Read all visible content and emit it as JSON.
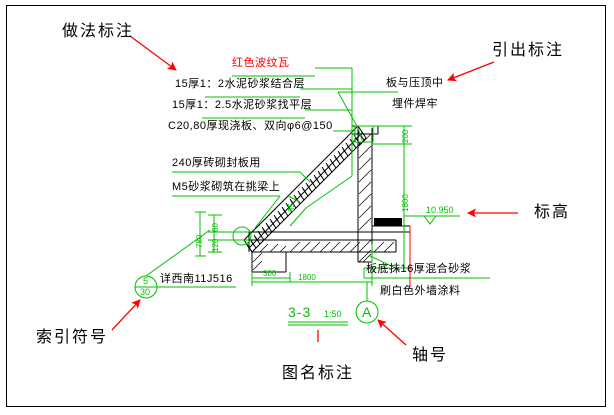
{
  "drawing": {
    "title_label": "3-3",
    "title_scale": "1:50",
    "axis_marker": "A",
    "index_symbol_top": "5",
    "index_symbol_bottom": "30",
    "index_note": "详西南11J516",
    "elevation_value": "10.950"
  },
  "construction_notes": [
    {
      "id": "note-roof-tile",
      "text": "红色波纹瓦"
    },
    {
      "id": "note-bond-layer",
      "text": "15厚1：2水泥砂浆结合层"
    },
    {
      "id": "note-leveling-layer",
      "text": "15厚1：2.5水泥砂浆找平层"
    },
    {
      "id": "note-slab",
      "text": "C20,80厚现浇板、双向φ6@150"
    }
  ],
  "wall_notes": [
    {
      "id": "note-brick-wall",
      "text": "240厚砖砌封板用"
    },
    {
      "id": "note-mortar",
      "text": "M5砂浆砌筑在挑梁上"
    }
  ],
  "embed_notes": [
    {
      "id": "note-slab-cap",
      "text": "板与压顶中"
    },
    {
      "id": "note-weld",
      "text": "埋件焊牢"
    }
  ],
  "soffit_notes": [
    {
      "id": "note-plaster",
      "text": "板底抹16厚混合砂浆"
    },
    {
      "id": "note-paint",
      "text": "刷白色外墙涂料"
    }
  ],
  "dimensions": {
    "height_200": "200",
    "height_1800": "1800",
    "height_780": "780",
    "height_60": "60",
    "height_120": "120",
    "width_300": "300",
    "width_1800": "1800",
    "slope_85": "85"
  },
  "annotations": [
    {
      "id": "label-method-note",
      "text": "做法标注"
    },
    {
      "id": "label-leader-note",
      "text": "引出标注"
    },
    {
      "id": "label-elevation",
      "text": "标高"
    },
    {
      "id": "label-index-symbol",
      "text": "索引符号"
    },
    {
      "id": "label-drawing-name",
      "text": "图名标注"
    },
    {
      "id": "label-axis-number",
      "text": "轴号"
    }
  ],
  "colors": {
    "green": "#00c000",
    "red": "#ff0000",
    "black": "#000000",
    "background": "#ffffff"
  }
}
